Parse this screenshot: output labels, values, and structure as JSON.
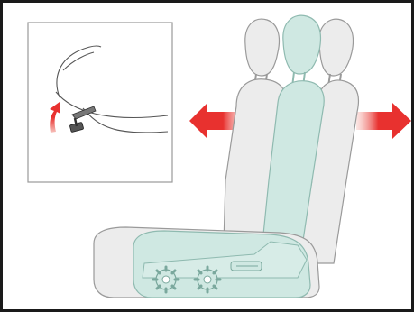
{
  "diagram": {
    "subject": "seat-adjustment",
    "components": [
      "inset-lever-detail",
      "seat-backrest",
      "seat-cushion",
      "headrest",
      "adjustment-knobs",
      "movement-arrows"
    ],
    "colors": {
      "frame": "#1a1a1a",
      "seat_outline": "#9a9a9a",
      "seat_fill": "#ececec",
      "highlight_fill": "#cfe8e2",
      "highlight_stroke": "#8fbab0",
      "arrow": "#e8312f",
      "arrow_fade": "#f7c3bd",
      "lever": "#555555"
    },
    "arrows": [
      "left-arrow",
      "right-arrow",
      "lever-rotate-arrow"
    ]
  }
}
